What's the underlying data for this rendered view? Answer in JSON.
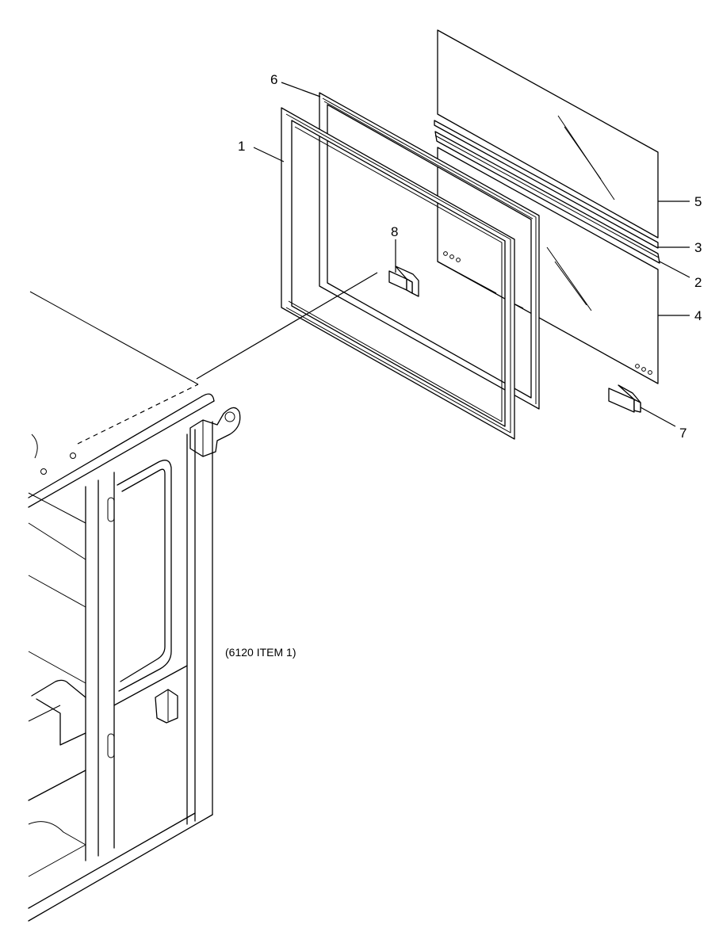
{
  "callouts": {
    "item_1": "1",
    "item_2": "2",
    "item_3": "3",
    "item_4": "4",
    "item_5": "5",
    "item_6": "6",
    "item_7": "7",
    "item_8": "8"
  },
  "reference_note": "(6120 ITEM 1)"
}
